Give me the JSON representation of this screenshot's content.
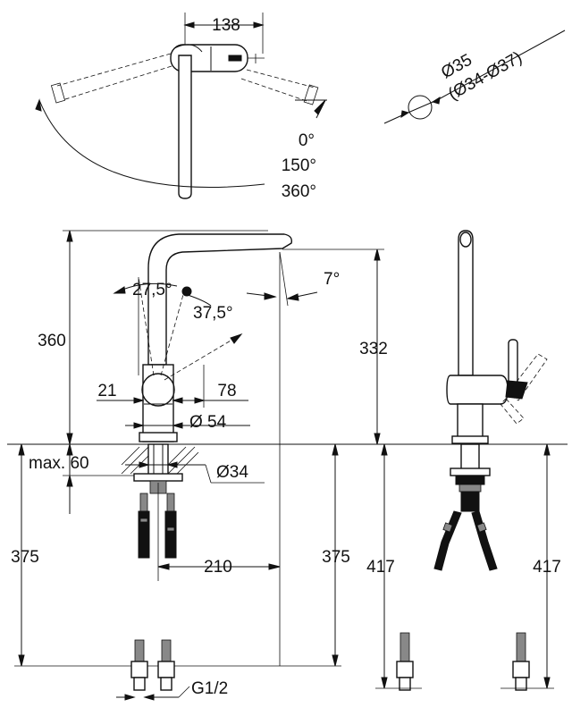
{
  "top_view": {
    "width_label": "138",
    "angle_0": "0°",
    "angle_150": "150°",
    "angle_360": "360°"
  },
  "hole_detail": {
    "diameter_label": "Ø35",
    "range_label": "(Ø34-Ø37)"
  },
  "front_view": {
    "height_total": "360",
    "height_spout": "332",
    "spout_tilt": "7°",
    "lever_angle_a": "27,5°",
    "lever_angle_b": "37,5°",
    "dim_21": "21",
    "dim_78": "78",
    "body_diameter": "Ø 54",
    "mount_thickness": "max. 60",
    "shank_diameter": "Ø34",
    "hose_length_left": "375",
    "hose_length_mid": "375",
    "reach": "210",
    "connection": "G1/2"
  },
  "side_view": {
    "height_left": "417",
    "height_right": "417"
  }
}
